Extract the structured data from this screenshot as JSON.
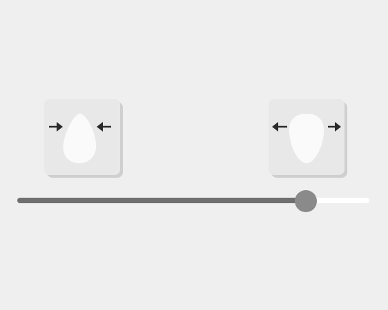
{
  "controls": {
    "narrow_button": {
      "icon": "narrow-drop-shape-icon",
      "arrows": "arrows-pointing-inward"
    },
    "wide_button": {
      "icon": "wide-drop-shape-icon",
      "arrows": "arrows-pointing-outward"
    }
  },
  "slider": {
    "value_fraction": 0.82
  },
  "colors": {
    "background": "#efefef",
    "button_face": "#e8e8e8",
    "button_shadow": "#cfcfcf",
    "arrow": "#2a2a2a",
    "shape": "#fafafa",
    "track_filled": "#6f6f6f",
    "track_empty": "#ffffff",
    "thumb": "#8a8a8a"
  }
}
